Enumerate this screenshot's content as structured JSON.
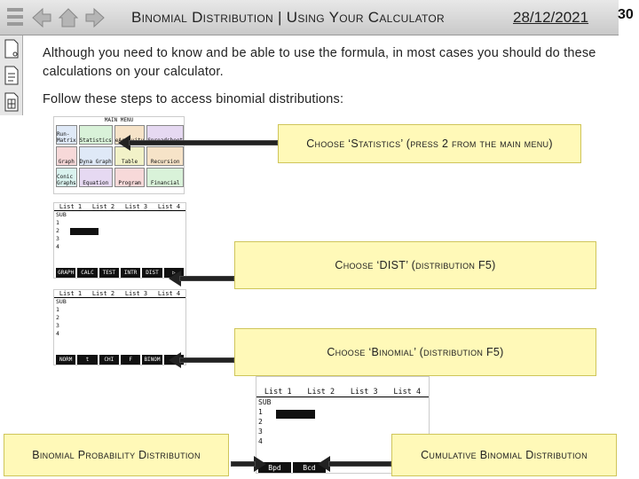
{
  "header": {
    "title": "Binomial Distribution | Using Your Calculator",
    "date": "28/12/2021",
    "page_number": "30"
  },
  "intro": "Although you need to know and be able to use the formula, in most cases you should do these calculations on your calculator.",
  "steps_intro": "Follow these steps to access binomial distributions:",
  "callouts": {
    "statistics": "Choose ‘Statistics’ (press 2 from the main menu)",
    "dist": "Choose ‘DIST’ (distribution F5)",
    "binomial": "Choose ‘Binomial’ (distribution F5)",
    "probability": "Binomial Probability Distribution",
    "cumulative": "Cumulative Binomial Distribution"
  },
  "calc": {
    "menu_title": "MAIN MENU",
    "menu_items": [
      "Run-Matrix",
      "Statistics",
      "eActivity",
      "Spreadsheet",
      "Graph",
      "Dyna Graph",
      "Table",
      "Recursion",
      "Conic Graphs",
      "Equation",
      "Program",
      "Financial"
    ],
    "list_headers": [
      "List 1",
      "List 2",
      "List 3",
      "List 4"
    ],
    "sub_label": "SUB",
    "row_numbers": [
      "1",
      "2",
      "3",
      "4"
    ],
    "fn_keys_1": [
      "GRAPH",
      "CALC",
      "TEST",
      "INTR",
      "DIST",
      "▷"
    ],
    "fn_keys_2": [
      "NORM",
      "t",
      "CHI",
      "F",
      "BINOM",
      "▷"
    ],
    "fn_keys_3": [
      "Bpd",
      "Bcd"
    ]
  },
  "icons": [
    "nav-list-icon",
    "back-icon",
    "home-icon",
    "forward-icon",
    "document-icon",
    "notes-icon",
    "calculator-icon"
  ]
}
